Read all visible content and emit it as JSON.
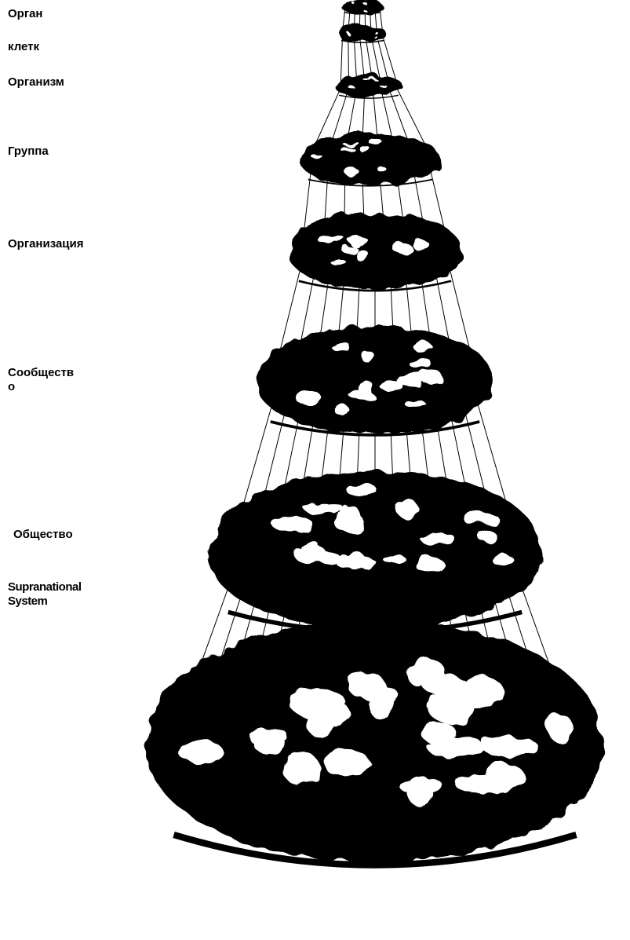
{
  "levels": [
    {
      "id": "organ",
      "label": "Орган"
    },
    {
      "id": "cell",
      "label": "клетк"
    },
    {
      "id": "organism",
      "label": "Организм"
    },
    {
      "id": "group",
      "label": "Группа"
    },
    {
      "id": "organization",
      "label": "Организация"
    },
    {
      "id": "community",
      "label": "Сообществ\nо"
    },
    {
      "id": "society",
      "label": "Общество"
    },
    {
      "id": "supranational",
      "label": "Supranational\nSystem"
    }
  ],
  "colors": {
    "ink": "#000000",
    "paper": "#ffffff"
  },
  "illustration": "stacked-hierarchy-discs-icon"
}
